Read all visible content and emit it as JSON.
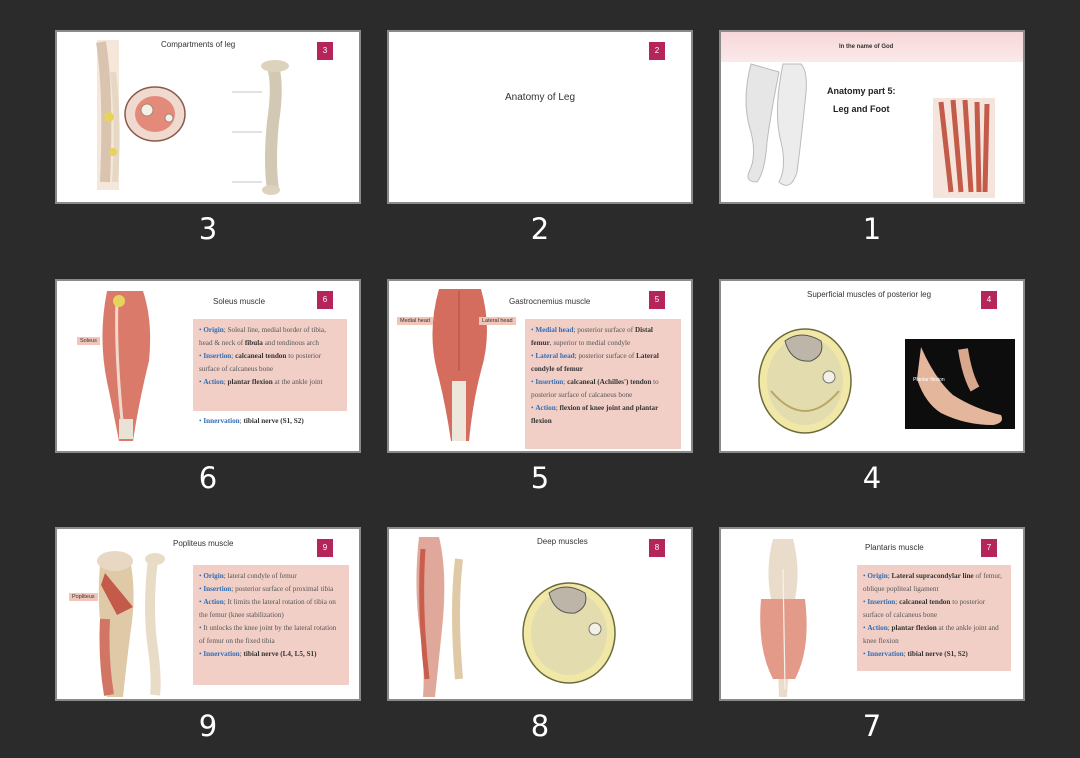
{
  "slides": [
    {
      "badge": "3",
      "number": "3",
      "title": "Compartments of leg"
    },
    {
      "badge": "2",
      "number": "2",
      "title": "Anatomy of Leg"
    },
    {
      "badge": "1",
      "number": "1",
      "header": "In the name of God",
      "title_line1": "Anatomy part 5:",
      "title_line2": "Leg and Foot"
    },
    {
      "badge": "6",
      "number": "6",
      "title": "Soleus muscle",
      "tag": "Soleus",
      "lines": [
        {
          "kw": "Origin",
          "rest": "; Soleal line, medial border of tibia, head & neck of ",
          "bold": "fibula",
          "after": " and tendinous arch"
        },
        {
          "kw": "Insertion",
          "rest": "; ",
          "bold": "calcaneal tendon",
          "after": " to posterior surface of calcaneus bone"
        },
        {
          "kw": "Action",
          "rest": "; ",
          "bold": "plantar flexion",
          "after": " at the ankle joint"
        },
        {
          "kw": "Innervation",
          "rest": "; ",
          "bold": "tibial nerve (S1, S2)",
          "after": ""
        }
      ]
    },
    {
      "badge": "5",
      "number": "5",
      "title": "Gastrocnemius muscle",
      "tag_left": "Medial head",
      "tag_right": "Lateral head",
      "lines": [
        {
          "kw": "Medial head",
          "rest": "; posterior surface of ",
          "bold": "Distal femur",
          "after": ", superior to medial condyle"
        },
        {
          "kw": "Lateral head",
          "rest": "; posterior surface of ",
          "bold": "Lateral condyle of femur",
          "after": ""
        },
        {
          "kw": "Insertion",
          "rest": "; ",
          "bold": "calcaneal (Achilles') tendon",
          "after": " to posterior surface of calcaneus bone"
        },
        {
          "kw": "Action",
          "rest": "; ",
          "bold": "flexion of knee joint and plantar flexion",
          "after": ""
        }
      ]
    },
    {
      "badge": "4",
      "number": "4",
      "title": "Superficial muscles of posterior leg",
      "photo_label": "Plantar flexion"
    },
    {
      "badge": "9",
      "number": "9",
      "title": "Popliteus muscle",
      "tag": "Popliteus",
      "lines": [
        {
          "kw": "Origin",
          "rest": "; lateral condyle of femur",
          "bold": "",
          "after": ""
        },
        {
          "kw": "Insertion",
          "rest": "; posterior surface of proximal tibia",
          "bold": "",
          "after": ""
        },
        {
          "kw": "Action",
          "rest": "; It limits the lateral rotation of tibia on the femur (knee stabilization)",
          "bold": "",
          "after": ""
        },
        {
          "kw": "",
          "rest": "It unlocks the knee joint by the lateral rotation of femur on the fixed tibia",
          "bold": "",
          "after": ""
        },
        {
          "kw": "Innervation",
          "rest": "; ",
          "bold": "tibial nerve (L4, L5, S1)",
          "after": ""
        }
      ]
    },
    {
      "badge": "8",
      "number": "8",
      "title": "Deep muscles"
    },
    {
      "badge": "7",
      "number": "7",
      "title": "Plantaris muscle",
      "lines": [
        {
          "kw": "Origin",
          "rest": "; ",
          "bold": "Lateral supracondylar line",
          "after": " of femur, oblique popliteal ligament"
        },
        {
          "kw": "Insertion",
          "rest": "; ",
          "bold": "calcaneal tendon",
          "after": " to posterior surface of calcaneus bone"
        },
        {
          "kw": "Action",
          "rest": "; ",
          "bold": "plantar flexion",
          "after": " at the ankle joint and knee flexion"
        },
        {
          "kw": "Innervation",
          "rest": "; ",
          "bold": "tibial nerve (S1, S2)",
          "after": ""
        }
      ]
    }
  ],
  "colors": {
    "background": "#2b2b2b",
    "badge": "#b5245a",
    "textbox": "#f2cfc6",
    "keyword": "#2f6db5"
  }
}
